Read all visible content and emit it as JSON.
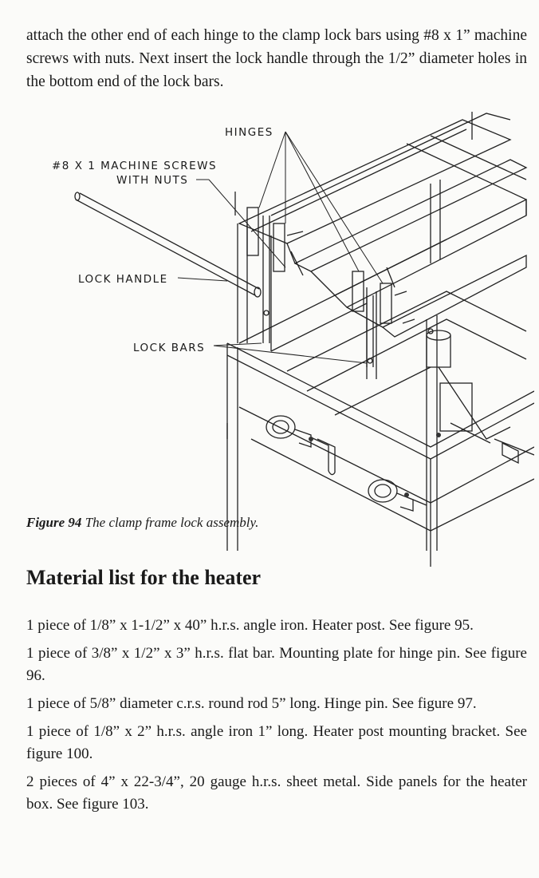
{
  "intro_text": "attach the other end of each hinge to the clamp lock bars using #8 x 1” machine screws with nuts. Next insert the lock handle through the 1/2” diameter holes in the bottom end of the lock bars.",
  "figure": {
    "callouts": {
      "hinges": "HINGES",
      "screws_line1": "#8 X 1 MACHINE SCREWS",
      "screws_line2": "WITH NUTS",
      "lock_handle": "LOCK HANDLE",
      "lock_bars": "LOCK BARS"
    },
    "caption_number": "Figure 94",
    "caption_text": "The clamp frame lock assembly."
  },
  "section_title": "Material list for the heater",
  "materials": [
    "1 piece of 1/8” x 1-1/2” x  40” h.r.s. angle iron. Heater post. See figure 95.",
    "1 piece of 3/8” x 1/2” x 3” h.r.s. flat bar. Mounting plate for hinge pin. See figure 96.",
    "1 piece of 5/8” diameter c.r.s. round rod 5” long. Hinge pin. See figure 97.",
    "1 piece of 1/8” x 2” h.r.s. angle iron 1” long. Heater post mounting bracket. See figure 100.",
    "2 pieces of 4” x 22-3/4”, 20 gauge h.r.s. sheet metal. Side panels for the heater box. See figure 103."
  ]
}
